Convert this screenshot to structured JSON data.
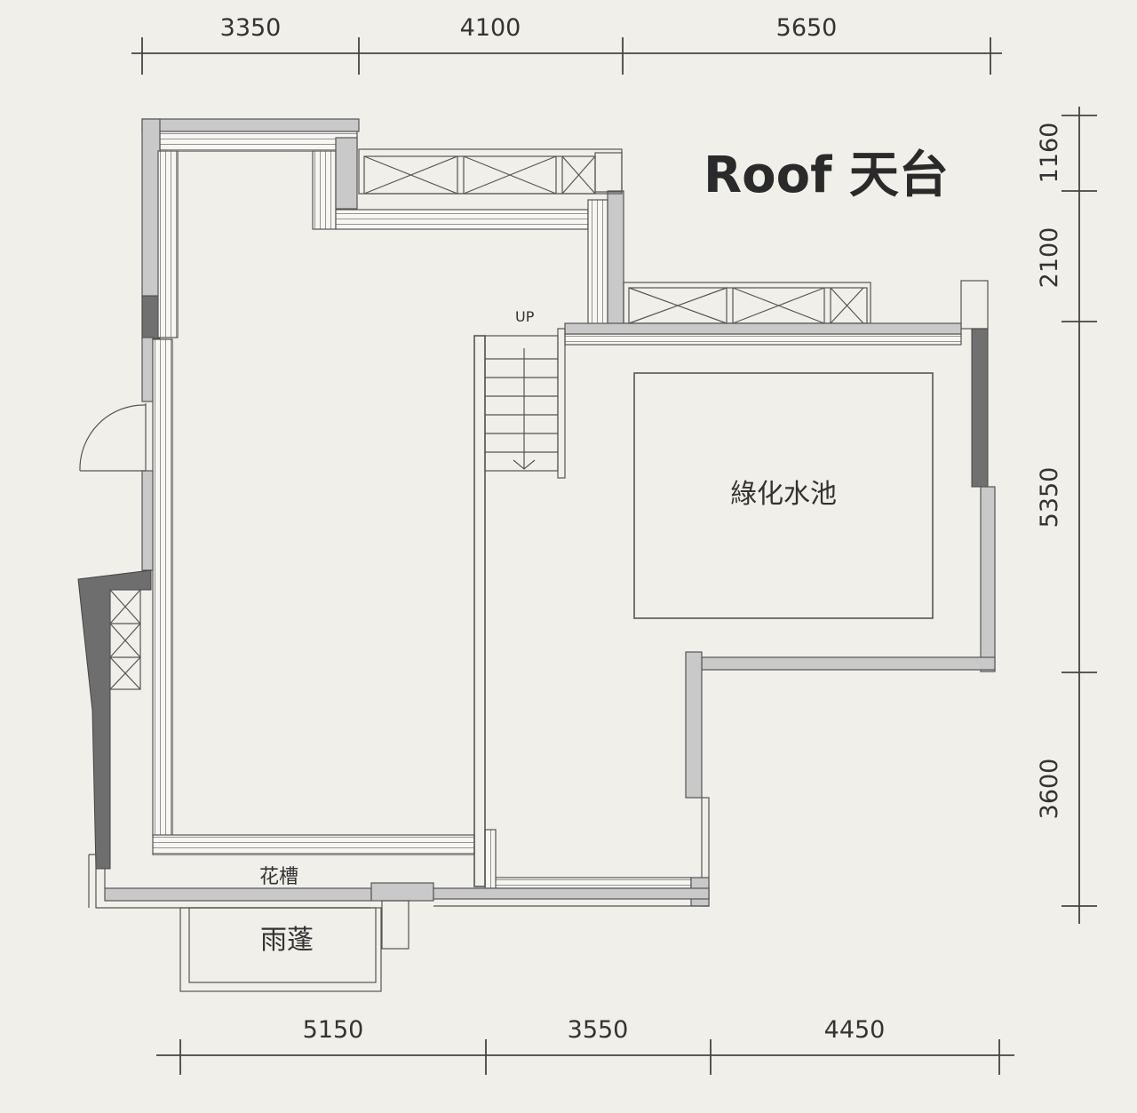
{
  "title": "Roof 天台",
  "labels": {
    "pool": "綠化水池",
    "planter": "花槽",
    "canopy": "雨蓬",
    "stair_up": "UP"
  },
  "dimensions": {
    "top": [
      "3350",
      "4100",
      "5650"
    ],
    "bottom": [
      "5150",
      "3550",
      "4450"
    ],
    "right": [
      "1160",
      "2100",
      "5350",
      "3600"
    ]
  }
}
